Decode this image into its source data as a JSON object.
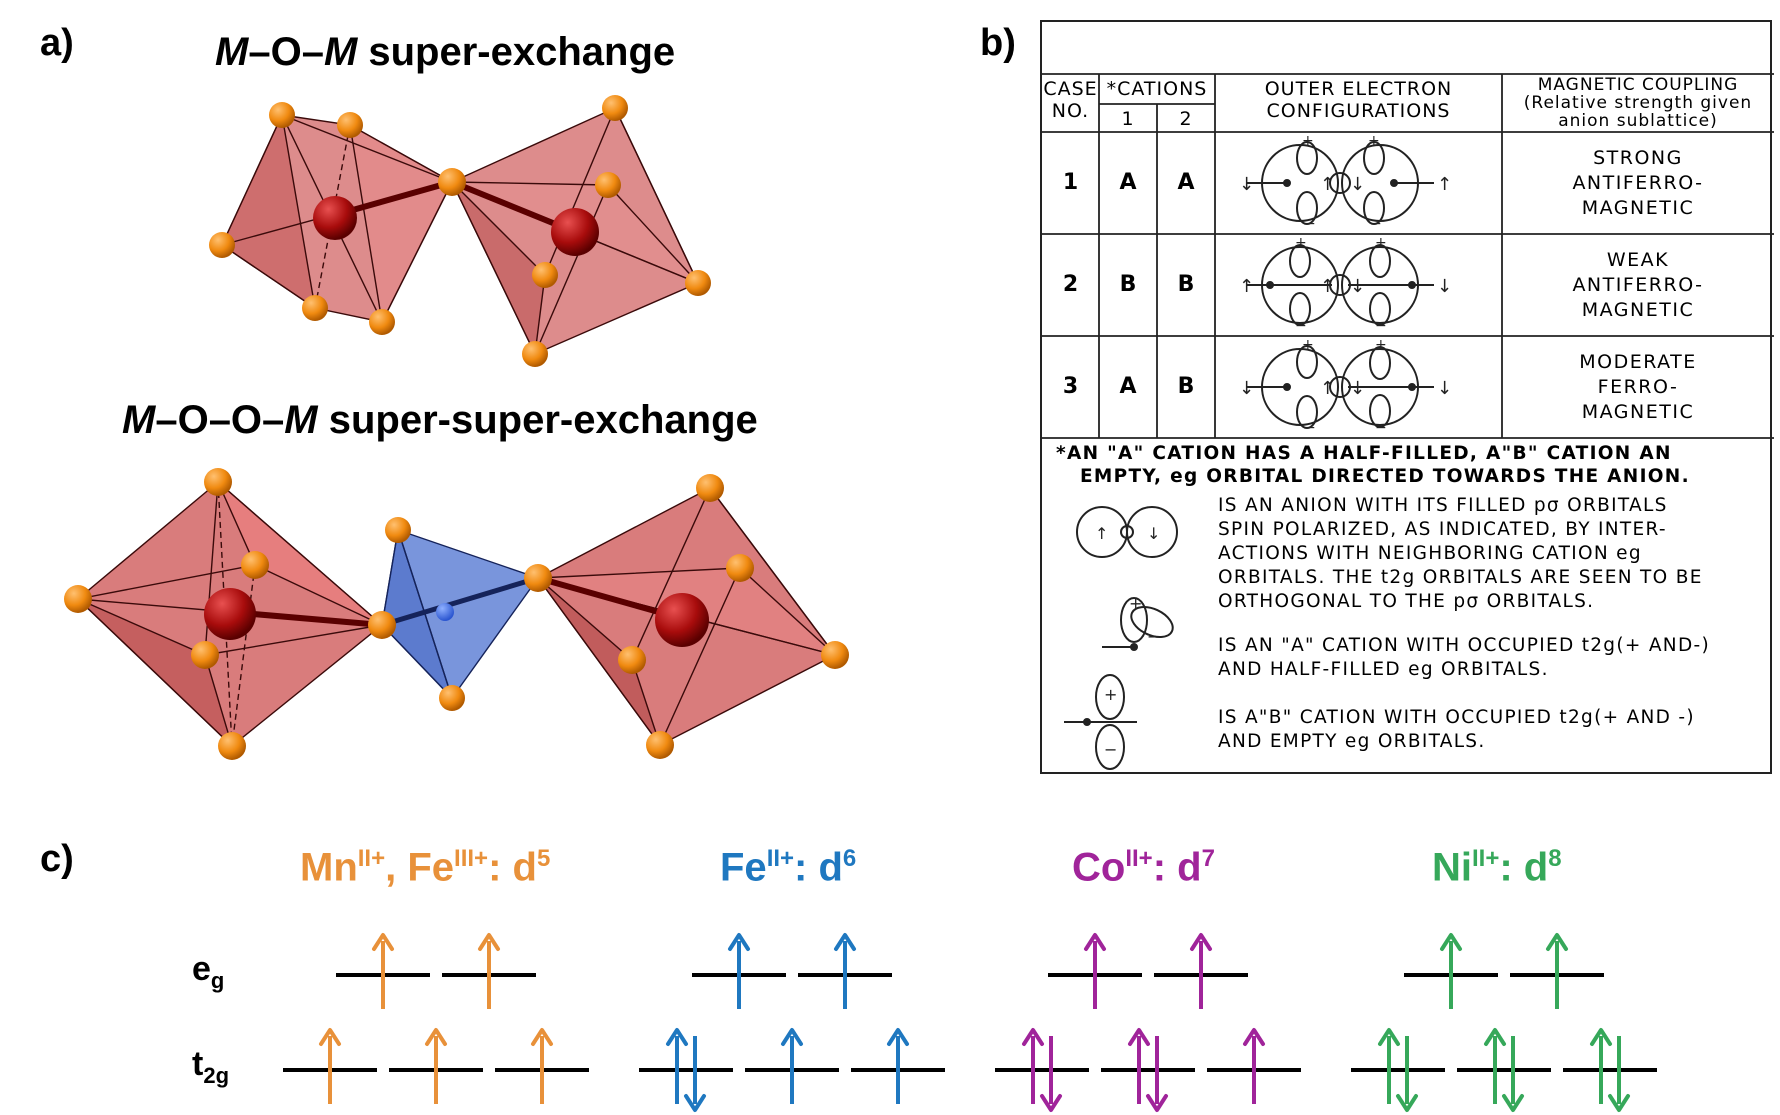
{
  "panel_a": {
    "label": "a)",
    "title1_m1": "M",
    "title1_mid": "–O–",
    "title1_m2": "M",
    "title1_rest": " super-exchange",
    "title2_m1": "M",
    "title2_mid": "–O–O–",
    "title2_m2": "M",
    "title2_rest": " super-super-exchange",
    "colors": {
      "octahedron": "#d96a6a",
      "tetrahedron": "#6f8fd8",
      "metal": "#b01010",
      "oxygen": "#f08a10",
      "center_blue": "#3a6ae0"
    }
  },
  "panel_b": {
    "label": "b)",
    "header": {
      "case": "CASE",
      "no": "NO.",
      "cations": "*CATIONS",
      "cation1": "1",
      "cation2": "2",
      "outer1": "OUTER ELECTRON",
      "outer2": "CONFIGURATIONS",
      "mag1": "MAGNETIC COUPLING",
      "mag2": "(Relative strength given",
      "mag3": "anion sublattice)"
    },
    "rows": [
      {
        "case": "1",
        "c1": "A",
        "c2": "A",
        "coupling": [
          "STRONG",
          "ANTIFERRO-",
          "MAGNETIC"
        ]
      },
      {
        "case": "2",
        "c1": "B",
        "c2": "B",
        "coupling": [
          "WEAK",
          "ANTIFERRO-",
          "MAGNETIC"
        ]
      },
      {
        "case": "3",
        "c1": "A",
        "c2": "B",
        "coupling": [
          "MODERATE",
          "FERRO-",
          "MAGNETIC"
        ]
      }
    ],
    "footnote1": "*AN \"A\" CATION HAS A HALF-FILLED, A\"B\" CATION AN",
    "footnote2": "EMPTY, eg ORBITAL DIRECTED TOWARDS THE ANION.",
    "anion_desc": "IS AN ANION WITH ITS FILLED pσ ORBITALS\nSPIN POLARIZED, AS INDICATED, BY INTER-\nACTIONS WITH NEIGHBORING CATION eg\nORBITALS. THE t2g ORBITALS ARE SEEN TO BE\nORTHOGONAL TO THE pσ ORBITALS.",
    "a_cation_desc": "IS AN \"A\" CATION WITH OCCUPIED t2g(+ AND-)\nAND HALF-FILLED eg ORBITALS.",
    "b_cation_desc": "IS A\"B\" CATION WITH OCCUPIED t2g(+ AND -)\nAND EMPTY eg ORBITALS."
  },
  "panel_c": {
    "label": "c)",
    "eg_main": "e",
    "eg_sub": "g",
    "t2g_main": "t",
    "t2g_sub": "2g",
    "ions": [
      {
        "name1": "Mn",
        "sup1": "II+",
        "sep": ", ",
        "name2": "Fe",
        "sup2": "III+",
        "suffix": ": d",
        "power": "5",
        "color": "#e8913a",
        "eg": [
          1,
          1
        ],
        "t2g": [
          1,
          1,
          1
        ]
      },
      {
        "name1": "Fe",
        "sup1": "II+",
        "sep": "",
        "name2": "",
        "sup2": "",
        "suffix": ": d",
        "power": "6",
        "color": "#1f78c0",
        "eg": [
          1,
          1
        ],
        "t2g": [
          2,
          1,
          1
        ]
      },
      {
        "name1": "Co",
        "sup1": "II+",
        "sep": "",
        "name2": "",
        "sup2": "",
        "suffix": ": d",
        "power": "7",
        "color": "#a0249a",
        "eg": [
          1,
          1
        ],
        "t2g": [
          2,
          2,
          1
        ]
      },
      {
        "name1": "Ni",
        "sup1": "II+",
        "sep": "",
        "name2": "",
        "sup2": "",
        "suffix": ": d",
        "power": "8",
        "color": "#36a85a",
        "eg": [
          1,
          1
        ],
        "t2g": [
          2,
          2,
          2
        ]
      }
    ]
  }
}
